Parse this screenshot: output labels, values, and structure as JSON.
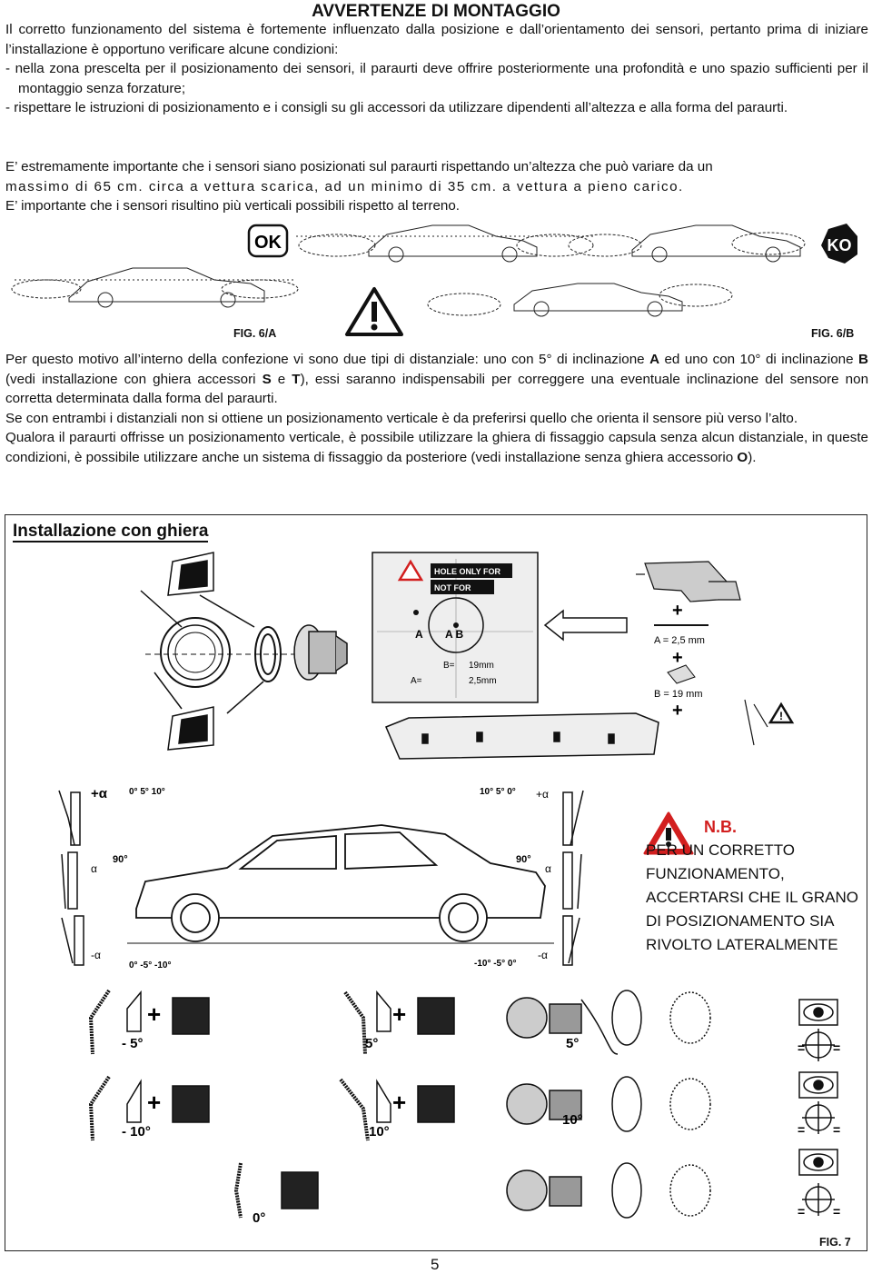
{
  "page": {
    "title": "AVVERTENZE DI MONTAGGIO",
    "intro": "Il corretto funzionamento del sistema è fortemente influenzato dalla posizione e dall’orientamento dei sensori, pertanto prima di iniziare l’installazione è opportuno verificare alcune condizioni:",
    "bullet1": "- nella zona prescelta per il posizionamento dei sensori, il paraurti deve offrire posteriormente una profondità e uno spazio sufficienti per il montaggio senza forzature;",
    "bullet2": "- rispettare le istruzioni di posizionamento e i consigli su gli accessori da utilizzare dipendenti all’altezza e alla forma del paraurti.",
    "height_line1": "E’ estremamente importante che i sensori siano posizionati sul paraurti rispettando un’altezza che può variare da un",
    "height_line2": "massimo di 65 cm. circa a vettura scarica, ad un minimo di 35 cm. a vettura a pieno carico.",
    "height_line3": "E’ importante che i sensori risultino più verticali possibili rispetto al terreno.",
    "spacer_p1_a": "Per questo motivo all’interno della confezione vi sono due tipi di distanziale: uno con 5° di inclinazione ",
    "spacer_A": "A",
    "spacer_p1_b": " ed uno con 10° di inclinazione ",
    "spacer_B": "B",
    "spacer_p1_c": " (vedi installazione con ghiera accessori ",
    "spacer_S": "S",
    "spacer_p1_d": " e ",
    "spacer_T": "T",
    "spacer_p1_e": "), essi saranno indispensabili per correggere una eventuale inclinazione del sensore non corretta determinata dalla forma del paraurti.",
    "spacer_p2": "Se con entrambi i distanziali non si ottiene un posizionamento verticale è da preferirsi quello che orienta il sensore più verso l’alto.",
    "spacer_p3_a": "Qualora il paraurti offrisse un posizionamento verticale, è possibile utilizzare la ghiera di fissaggio capsula senza alcun distanziale, in queste condizioni, è possibile utilizzare anche un sistema di fissaggio da posteriore (vedi installazione senza ghiera accessorio ",
    "spacer_O": "O",
    "spacer_p3_b": ").",
    "page_number": "5"
  },
  "fig6": {
    "ok_label": "OK",
    "ko_label": "KO",
    "fig_a": "FIG. 6/A",
    "fig_b": "FIG. 6/B"
  },
  "fig7": {
    "section_title": "Installazione con ghiera",
    "template_hole_only": "HOLE ONLY FOR",
    "template_not_for": "NOT FOR",
    "template_a": "A",
    "template_ab": "A B",
    "template_b_eq": "B=",
    "template_b_val": "19mm",
    "template_a_eq": "A=",
    "template_a_val": "2,5mm",
    "drill_a": "A = 2,5 mm",
    "drill_b": "B = 19 mm",
    "plus": "+",
    "angles_left_top": "0°  5°  10°",
    "angles_left_bottom": "0°  -5°  -10°",
    "angles_right_top": "10°  5°  0°",
    "angles_right_bottom": "-10°  -5°  0°",
    "plus_alpha": "+α",
    "alpha": "α",
    "minus_alpha": "-α",
    "ninety": "90°",
    "nb_title": "N.B.",
    "nb_lines": [
      "PER UN CORRETTO",
      "FUNZIONAMENTO,",
      "ACCERTARSI CHE IL GRANO",
      "DI POSIZIONAMENTO SIA",
      "RIVOLTO LATERALMENTE"
    ],
    "row_labels": {
      "r1a": "- 5°",
      "r1b": "5°",
      "r1c": "5°",
      "r2a": "- 10°",
      "r2b": "10°",
      "r2c": "10°",
      "r3a": "0°"
    },
    "equal": "=",
    "fig_label": "FIG. 7"
  }
}
